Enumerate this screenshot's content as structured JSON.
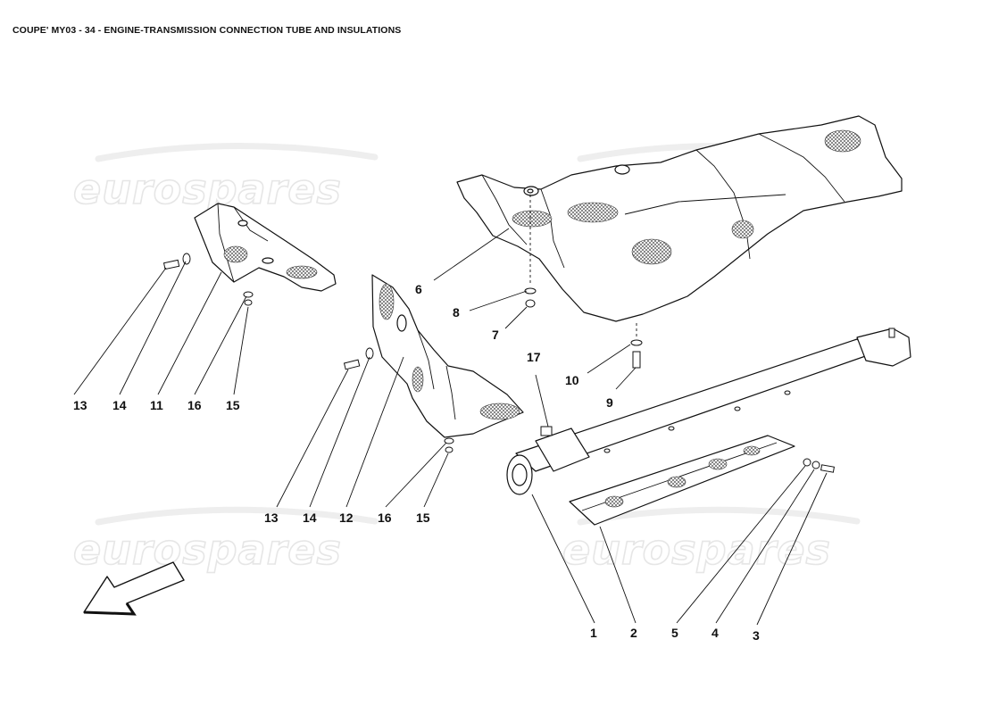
{
  "title": "COUPE' MY03 - 34 - ENGINE-TRANSMISSION CONNECTION TUBE AND INSULATIONS",
  "watermarks": [
    "eurospares",
    "eurospares",
    "eurospares",
    "eurospares"
  ],
  "callouts": {
    "left_group": [
      "13",
      "14",
      "11",
      "16",
      "15"
    ],
    "middle_group": [
      "13",
      "14",
      "12",
      "16",
      "15"
    ],
    "upper_right": [
      "6",
      "8",
      "7",
      "10",
      "9",
      "17"
    ],
    "tube_group": [
      "1",
      "2",
      "5",
      "4",
      "3"
    ]
  },
  "icons": {
    "direction_arrow": "front-direction-arrow-icon"
  }
}
